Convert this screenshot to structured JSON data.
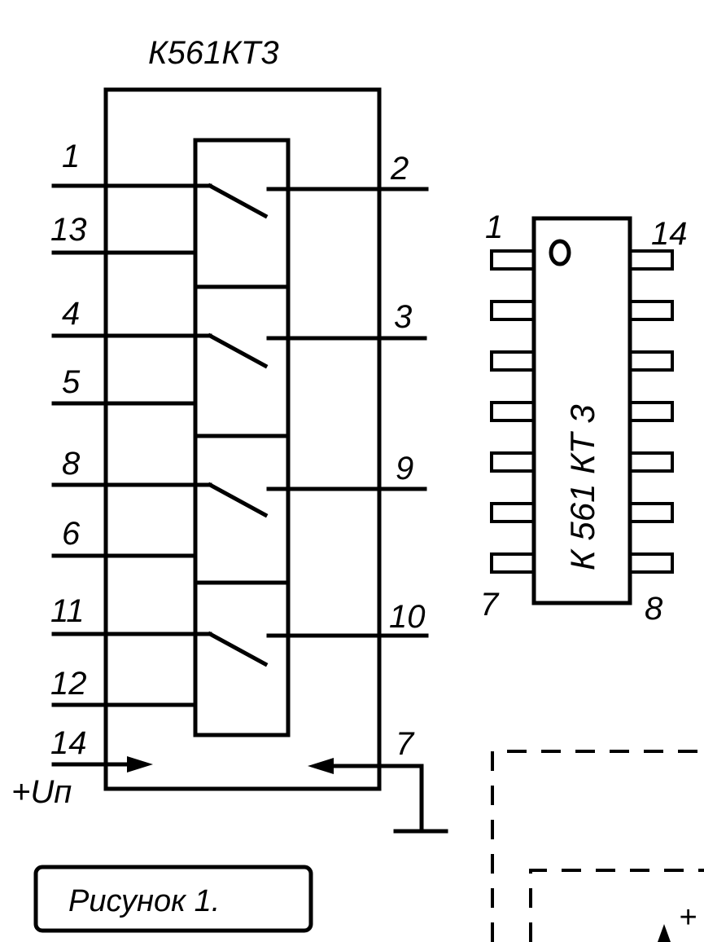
{
  "schematic": {
    "title": "К561КТ3",
    "pins_left": [
      "1",
      "13",
      "4",
      "5",
      "8",
      "6",
      "11",
      "12",
      "14"
    ],
    "pins_right": [
      "2",
      "3",
      "9",
      "10",
      "7"
    ],
    "supply_label": "+Uп"
  },
  "package": {
    "label": "К 561 КТ 3",
    "corner_top_left": "1",
    "corner_top_right": "14",
    "corner_bottom_left": "7",
    "corner_bottom_right": "8"
  },
  "caption": "Рисунок 1.",
  "fragment_label": "+"
}
